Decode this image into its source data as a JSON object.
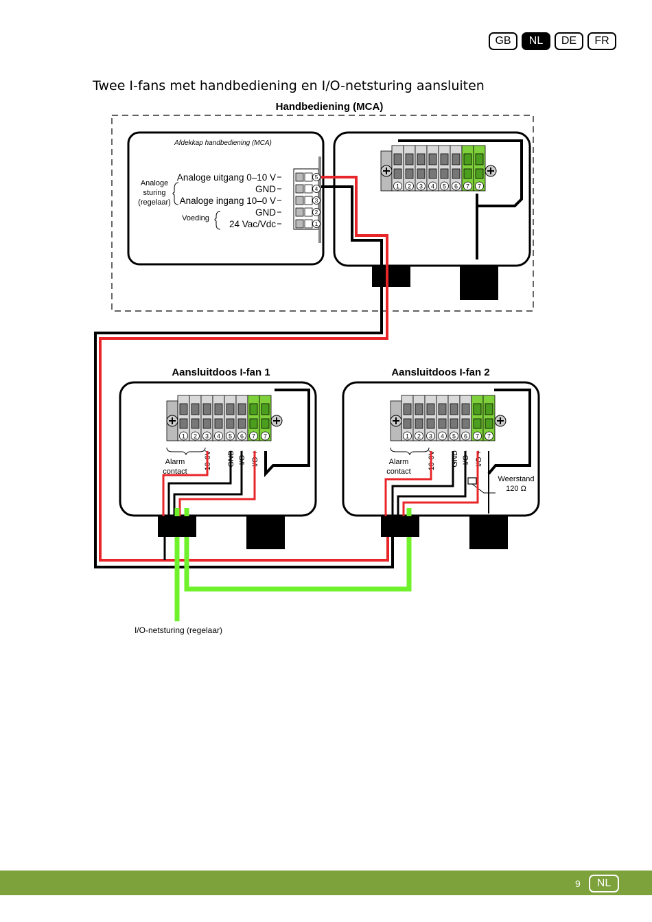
{
  "lang_tabs": [
    {
      "label": "GB",
      "active": false
    },
    {
      "label": "NL",
      "active": true
    },
    {
      "label": "DE",
      "active": false
    },
    {
      "label": "FR",
      "active": false
    }
  ],
  "heading": "Twee I-fans met handbediening en I/O-netsturing aansluiten",
  "mca": {
    "title": "Handbediening (MCA)",
    "cover_label": "Afdekkap handbediening (MCA)",
    "group_analog": "Analoge sturing (regelaar)",
    "group_supply": "Voeding",
    "terminals": [
      {
        "label": "Analoge uitgang 0–10 V",
        "num": "5"
      },
      {
        "label": "GND",
        "num": "4"
      },
      {
        "label": "Analoge ingang 10–0 V",
        "num": "3"
      },
      {
        "label": "GND",
        "num": "2"
      },
      {
        "label": "24 Vac/Vdc",
        "num": "1"
      }
    ]
  },
  "fan1": {
    "title": "Aansluitdoos I-fan 1"
  },
  "fan2": {
    "title": "Aansluitdoos I-fan 2",
    "resistor": "Weerstand 120 Ω"
  },
  "terminal_numbers": [
    "1",
    "2",
    "3",
    "4",
    "5",
    "6",
    "7",
    "7"
  ],
  "fan_labels": {
    "alarm": "Alarm contact",
    "v010": "10-0V",
    "gnd": "GND",
    "io_minus": "I/O -",
    "io_plus": "I/O +"
  },
  "network_label": "I/O-netsturing (regelaar)",
  "footer": {
    "page_number": "9",
    "lang": "NL"
  },
  "colors": {
    "red": "#e8262a",
    "green": "#6ff12b",
    "black": "#000000",
    "footer": "#7ea23b"
  }
}
